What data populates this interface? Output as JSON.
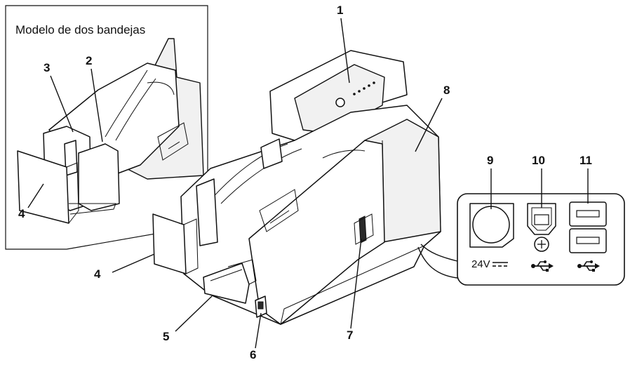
{
  "inset": {
    "title": "Modelo de dos bandejas"
  },
  "callouts": {
    "c1": "1",
    "c2": "2",
    "c3": "3",
    "c4_inset": "4",
    "c4_main": "4",
    "c5": "5",
    "c6": "6",
    "c7": "7",
    "c8": "8",
    "c9": "9",
    "c10": "10",
    "c11": "11"
  },
  "ports": {
    "power_label": "24V",
    "usb_b_icon": "usb-icon",
    "usb_a_icon": "usb-icon"
  },
  "colors": {
    "line": "#111111",
    "shade": "#f1f1f1",
    "background": "#ffffff"
  }
}
